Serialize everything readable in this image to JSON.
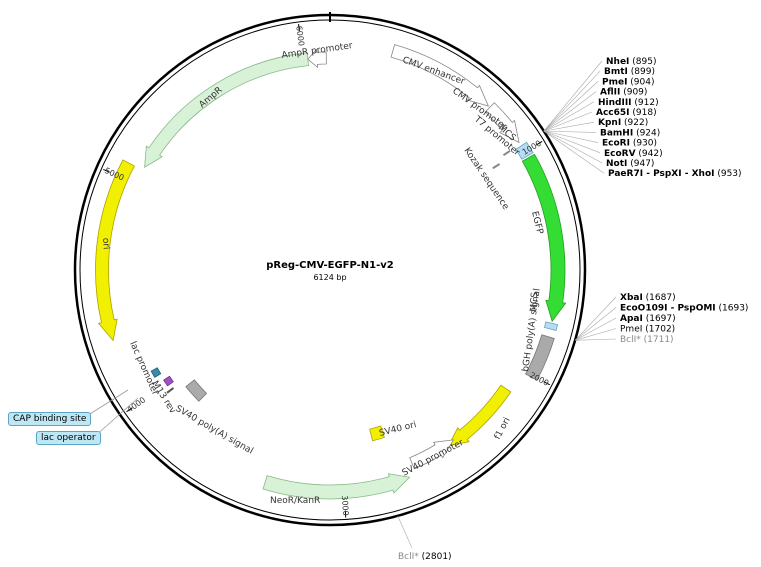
{
  "plasmid": {
    "name": "pReg-CMV-EGFP-N1-v2",
    "length": "6124 bp"
  },
  "ticks": [
    {
      "label": "1000"
    },
    {
      "label": "2000"
    },
    {
      "label": "3000"
    },
    {
      "label": "4000"
    },
    {
      "label": "5000"
    },
    {
      "label": "6000"
    }
  ],
  "features": {
    "cmv_enhancer": "CMV enhancer",
    "cmv_promoter": "CMV promoter",
    "t7_promoter": "T7 promoter",
    "mcs1": "MCS",
    "kozak": "Kozak sequence",
    "egfp": "EGFP",
    "mcs2": "MCS",
    "bgh": "bGH poly(A) signal",
    "f1ori": "f1 ori",
    "sv40_promoter": "SV40 promoter",
    "sv40_ori": "SV40 ori",
    "neor": "NeoR/KanR",
    "sv40_polya": "SV40 poly(A) signal",
    "m13rev": "M13 rev",
    "lac_promoter": "lac promoter",
    "ori": "ori",
    "ampr": "AmpR",
    "ampr_promoter": "AmpR promoter"
  },
  "callouts": {
    "cap": "CAP binding site",
    "lac_operator": "lac operator"
  },
  "sites_top": [
    {
      "name": "NheI",
      "pos": "(895)"
    },
    {
      "name": "BmtI",
      "pos": "(899)"
    },
    {
      "name": "PmeI",
      "pos": "(904)"
    },
    {
      "name": "AflII",
      "pos": "(909)"
    },
    {
      "name": "HindIII",
      "pos": "(912)"
    },
    {
      "name": "Acc65I",
      "pos": "(918)"
    },
    {
      "name": "KpnI",
      "pos": "(922)"
    },
    {
      "name": "BamHI",
      "pos": "(924)"
    },
    {
      "name": "EcoRI",
      "pos": "(930)"
    },
    {
      "name": "EcoRV",
      "pos": "(942)"
    },
    {
      "name": "NotI",
      "pos": "(947)"
    },
    {
      "name": "PaeR7I - PspXI - XhoI",
      "pos": "(953)"
    }
  ],
  "sites_right": [
    {
      "name": "XbaI",
      "pos": "(1687)"
    },
    {
      "name": "EcoO109I - PspOMI",
      "pos": "(1693)"
    },
    {
      "name": "ApaI",
      "pos": "(1697)"
    },
    {
      "name": "PmeI",
      "pos": "(1702)"
    },
    {
      "name": "BclI*",
      "pos": "(1711)"
    }
  ],
  "site_bottom": {
    "name": "BclI*",
    "pos": "(2801)"
  }
}
